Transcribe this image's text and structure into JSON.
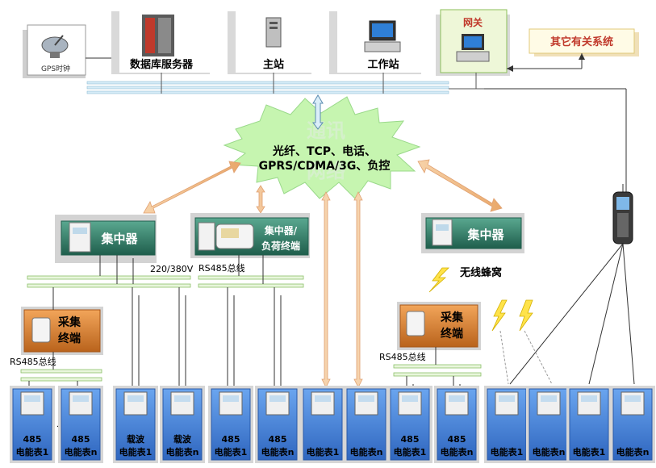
{
  "top": {
    "gps_label": "GPS时钟",
    "db_server_label": "数据库服务器",
    "master_label": "主站",
    "workstation_label": "工作站",
    "gateway_label": "网关",
    "other_systems_label": "其它有关系统"
  },
  "cloud": {
    "watermark_1": "通讯",
    "watermark_2": "网络",
    "line1": "光纤、TCP、电话、",
    "line2": "GPRS/CDMA/3G、负控"
  },
  "concentrators": {
    "left": "集中器",
    "middle_line1": "集中器/",
    "middle_line2": "负荷终端",
    "right": "集中器"
  },
  "collectors": {
    "left_line1": "采集",
    "left_line2": "终端",
    "right_line1": "采集",
    "right_line2": "终端"
  },
  "bus_labels": {
    "power": "220/380V",
    "rs485": "RS485总线",
    "wireless": "无线蜂窝"
  },
  "meters": [
    {
      "line1": "485",
      "line2": "电能表1"
    },
    {
      "line1": "485",
      "line2": "电能表n"
    },
    {
      "line1": "载波",
      "line2": "电能表1"
    },
    {
      "line1": "载波",
      "line2": "电能表n"
    },
    {
      "line1": "485",
      "line2": "电能表1"
    },
    {
      "line1": "485",
      "line2": "电能表n"
    },
    {
      "line1": "",
      "line2": "电能表1"
    },
    {
      "line1": "",
      "line2": "电能表n"
    },
    {
      "line1": "485",
      "line2": "电能表1"
    },
    {
      "line1": "485",
      "line2": "电能表n"
    },
    {
      "line1": "",
      "line2": "电能表1"
    },
    {
      "line1": "",
      "line2": "电能表n"
    },
    {
      "line1": "",
      "line2": "电能表1"
    },
    {
      "line1": "",
      "line2": "电能表n"
    }
  ],
  "ellipsis": "· · ·",
  "colors": {
    "green_box": "#2f7a66",
    "orange_box": "#d9822b",
    "cloud": "#c6f5b0",
    "arrow": "#f2c69a",
    "meter_blue": "#4a86d8"
  }
}
